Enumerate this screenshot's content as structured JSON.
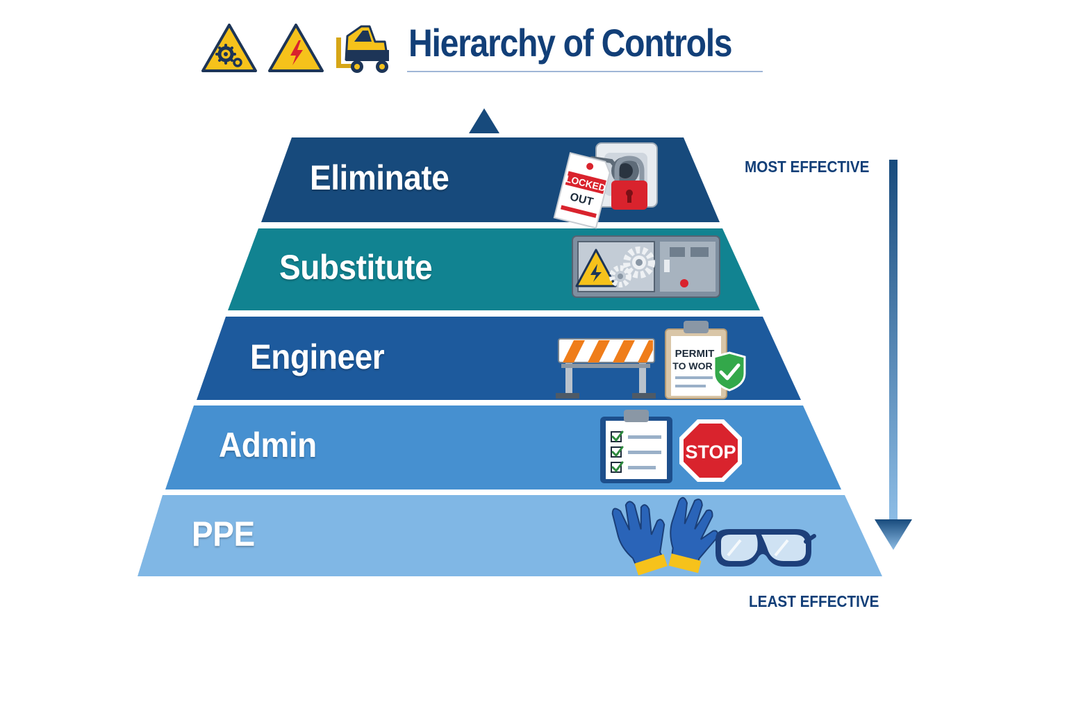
{
  "title": "Hierarchy of Controls",
  "header_icons": [
    "gears-warning-icon",
    "electric-warning-icon",
    "forklift-icon"
  ],
  "tiers": [
    {
      "label": "Eliminate",
      "color": "#174a7c",
      "icons": [
        "electrical-outlet-icon",
        "lockout-tag-icon",
        "padlock-icon"
      ],
      "tag_text_1": "LOCKED",
      "tag_text_2": "OUT"
    },
    {
      "label": "Substitute",
      "color": "#118391",
      "icons": [
        "machine-guard-icon",
        "gears-icon"
      ]
    },
    {
      "label": "Engineer",
      "color": "#1d5a9d",
      "icons": [
        "barricade-icon",
        "permit-clipboard-icon",
        "checkmark-badge-icon"
      ],
      "permit_text_1": "PERMIT",
      "permit_text_2": "TO WORK"
    },
    {
      "label": "Admin",
      "color": "#4690d0",
      "icons": [
        "checklist-clipboard-icon",
        "stop-sign-icon"
      ],
      "stop_text": "STOP"
    },
    {
      "label": "PPE",
      "color": "#80b7e5",
      "icons": [
        "gloves-icon",
        "safety-goggles-icon"
      ]
    }
  ],
  "scale": {
    "top_label": "MOST EFFECTIVE",
    "bottom_label": "LEAST EFFECTIVE",
    "arrow_color_top": "#174a7c",
    "arrow_color_bottom": "#8dbde6"
  },
  "colors": {
    "title": "#123f78",
    "warning_yellow": "#f6c21b",
    "danger_red": "#d9232d",
    "check_green": "#33a84a"
  }
}
